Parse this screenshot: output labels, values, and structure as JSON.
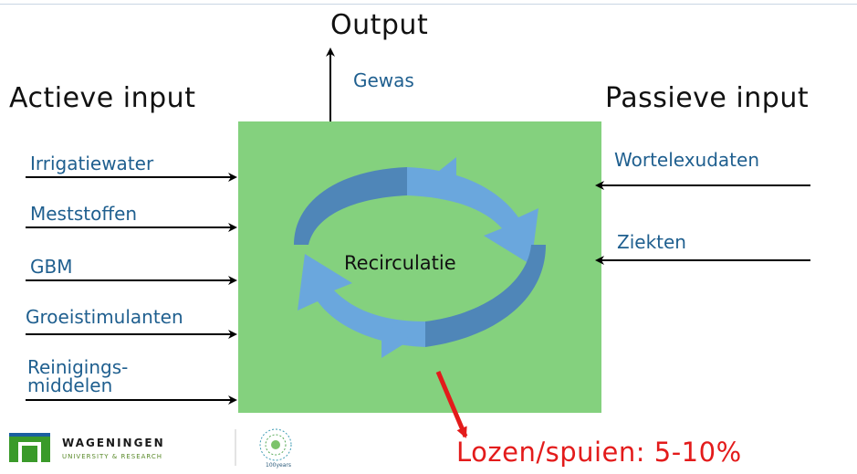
{
  "title": {
    "output": "Output",
    "active_input": "Actieve input",
    "passive_input": "Passieve input"
  },
  "output_items": [
    "Gewas"
  ],
  "active_inputs": [
    "Irrigatiewater",
    "Meststoffen",
    "GBM",
    "Groeistimulanten",
    "Reinigings-",
    "middelen"
  ],
  "passive_inputs": [
    "Wortelexudaten",
    "Ziekten"
  ],
  "center": {
    "label": "Recirculatie"
  },
  "discharge": {
    "label": "Lozen/spuien: 5-10%"
  },
  "footer": {
    "logo_name": "WAGENINGEN",
    "logo_sub": "UNIVERSITY & RESEARCH",
    "anniversary_text": "100years"
  },
  "colors": {
    "box": "#84d17e",
    "label_blue": "#1f5f8f",
    "arrow_blue": "#6aa7dd",
    "discharge_red": "#e31b1b"
  }
}
